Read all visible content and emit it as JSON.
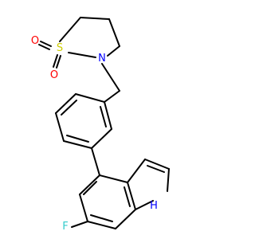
{
  "molecule": {
    "atoms": {
      "sulfur": {
        "label": "S",
        "color": "#CCCC00"
      },
      "oxygen_1": {
        "label": "O",
        "color": "#FF0000"
      },
      "oxygen_2": {
        "label": "O",
        "color": "#FF0000"
      },
      "nitrogen_ring": {
        "label": "N",
        "color": "#0000FF"
      },
      "nitrogen_indole": {
        "label": "H",
        "color": "#0000FF"
      },
      "fluorine": {
        "label": "F",
        "color": "#33CCCC"
      }
    },
    "bond_color": "#000000"
  }
}
